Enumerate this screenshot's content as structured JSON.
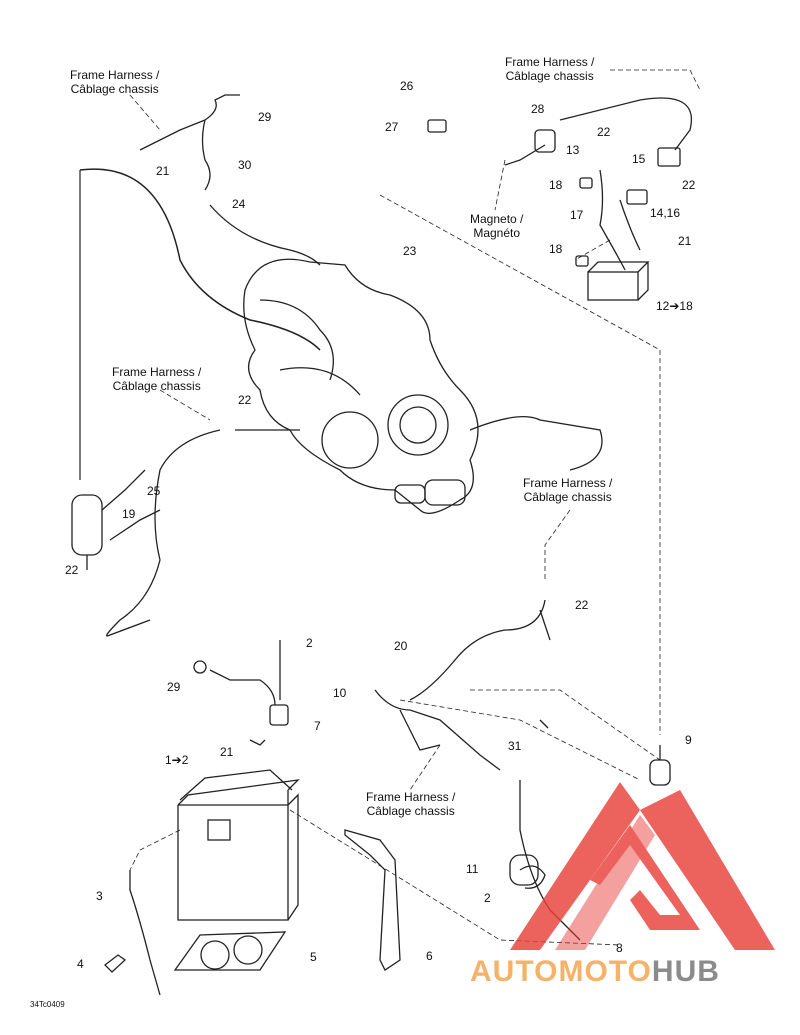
{
  "harness_label_en": "Frame Harness /",
  "harness_label_fr": "Câblage chassis",
  "magneto_en": "Magneto /",
  "magneto_fr": "Magnéto",
  "diagram_code": "34Tc0409",
  "parts": {
    "p1": "1➔2",
    "p2": "2",
    "p3": "3",
    "p4": "4",
    "p5": "5",
    "p6": "6",
    "p7": "7",
    "p8": "8",
    "p9": "9",
    "p10": "10",
    "p11": "11",
    "p12": "12➔18",
    "p13": "13",
    "p14": "14,16",
    "p15": "15",
    "p17": "17",
    "p18": "18",
    "p19": "19",
    "p20": "20",
    "p21": "21",
    "p22": "22",
    "p23": "23",
    "p24": "24",
    "p25": "25",
    "p26": "26",
    "p27": "27",
    "p28": "28",
    "p29": "29",
    "p30": "30",
    "p31": "31"
  },
  "watermark": {
    "part1": "AUTOMOTO",
    "part2": "HUB",
    "color_red": "#e8403a",
    "color_orange": "#f7b26a",
    "color_gray": "#8b8b8b"
  }
}
